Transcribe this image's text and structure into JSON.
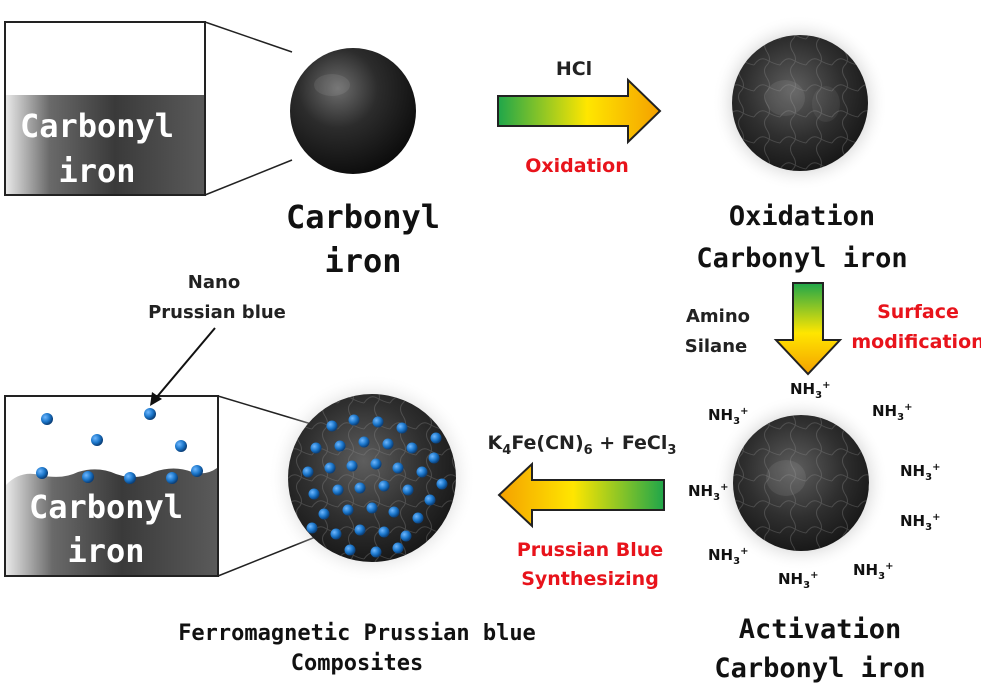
{
  "inset_top": {
    "line1": "Carbonyl",
    "line2": "iron"
  },
  "inset_bottom": {
    "line1": "Carbonyl",
    "line2": "iron"
  },
  "stages": {
    "carbonyl": {
      "line1": "Carbonyl",
      "line2": "iron"
    },
    "oxidation": {
      "line1": "Oxidation",
      "line2": "Carbonyl iron"
    },
    "activation": {
      "line1": "Activation",
      "line2": "Carbonyl iron"
    },
    "composite": {
      "line1": "Ferromagnetic Prussian blue",
      "line2": "Composites"
    }
  },
  "steps": {
    "step1": {
      "reagent": "HCl",
      "process": "Oxidation"
    },
    "step2": {
      "reagent_line1": "Amino",
      "reagent_line2": "Silane",
      "process_line1": "Surface",
      "process_line2": "modification"
    },
    "step3": {
      "reagent_k4": "K",
      "reagent_k4_sub": "4",
      "reagent_fe": "Fe(CN)",
      "reagent_cn_sub": "6",
      "reagent_plus": " + FeCl",
      "reagent_cl_sub": "3",
      "process_line1": "Prussian Blue",
      "process_line2": "Synthesizing"
    }
  },
  "nano_label": {
    "line1": "Nano",
    "line2": "Prussian blue"
  },
  "amine_group": {
    "base": "NH",
    "sub": "3",
    "sup": "+"
  },
  "colors": {
    "red_label": "#e8131b",
    "arrow_green": "#1fa64a",
    "arrow_yellow": "#ffe600",
    "arrow_orange": "#f4a000",
    "bead_blue": "#1a75c9",
    "particle_dark": "#2a2a2a"
  },
  "icons": [
    "right-arrow-icon",
    "down-arrow-icon",
    "left-arrow-icon"
  ]
}
